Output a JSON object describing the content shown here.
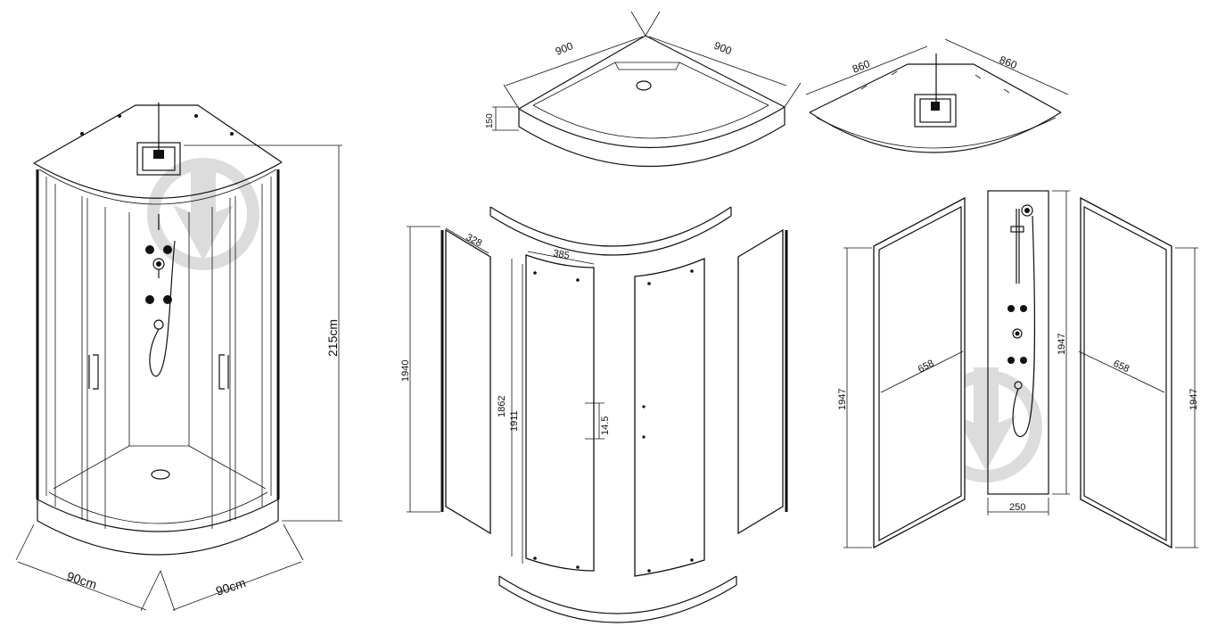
{
  "dimensions": {
    "cabin_height": "215cm",
    "cabin_depth_left": "90cm",
    "cabin_depth_right": "90cm",
    "tray_side_left": "900",
    "tray_side_right": "900",
    "tray_height": "150",
    "roof_side_left": "860",
    "roof_side_right": "860",
    "fixed_panel_height": "1940",
    "fixed_panel_width": "328",
    "door_height_inner": "1862",
    "door_height_outer": "1911",
    "door_width": "385",
    "handle_spacing": "14.5",
    "back_panel_left_height": "1947",
    "back_panel_left_width": "658",
    "center_column_height": "1947",
    "center_column_width": "250",
    "back_panel_right_width": "658",
    "back_panel_right_height": "1947"
  }
}
